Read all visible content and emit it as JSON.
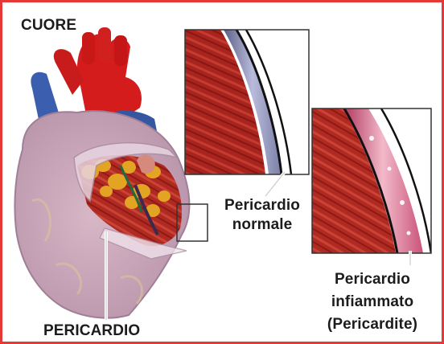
{
  "labels": {
    "heart": "CUORE",
    "pericardium": "PERICARDIO",
    "normal_line1": "Pericardio",
    "normal_line2": "normale",
    "inflamed_line1": "Pericardio",
    "inflamed_line2": "infiammato",
    "inflamed_line3": "(Pericardite)"
  },
  "colors": {
    "frame_border": "#e53935",
    "muscle": "#b3251f",
    "pericardium_normal": "#8a8fb8",
    "pericardium_inflamed": "#d9849b",
    "artery": "#d41c1c",
    "vein": "#3b5fae",
    "fat": "#e2a422"
  }
}
